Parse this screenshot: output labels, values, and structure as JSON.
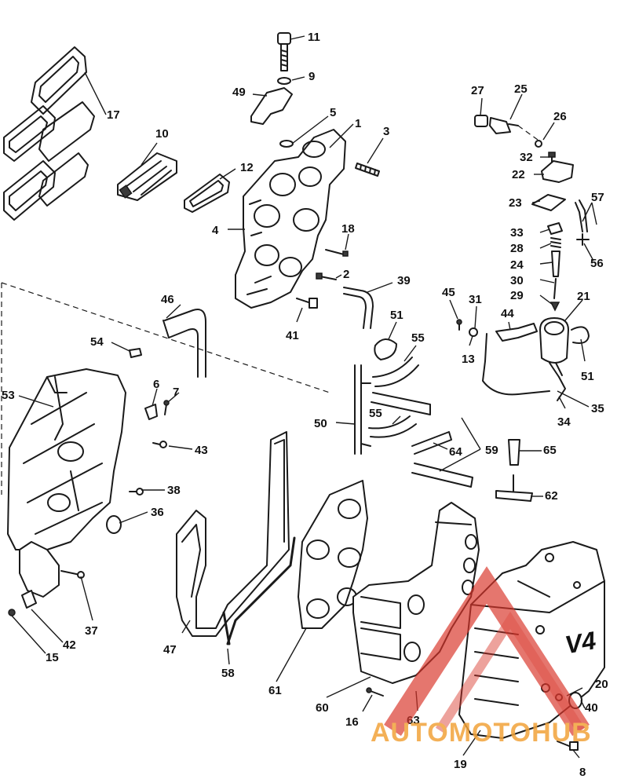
{
  "callouts": [
    {
      "id": "11",
      "text": "11"
    },
    {
      "id": "9",
      "text": "9"
    },
    {
      "id": "49",
      "text": "49"
    },
    {
      "id": "5",
      "text": "5"
    },
    {
      "id": "1",
      "text": "1"
    },
    {
      "id": "3",
      "text": "3"
    },
    {
      "id": "17",
      "text": "17"
    },
    {
      "id": "10",
      "text": "10"
    },
    {
      "id": "12",
      "text": "12"
    },
    {
      "id": "4",
      "text": "4"
    },
    {
      "id": "18",
      "text": "18"
    },
    {
      "id": "2",
      "text": "2"
    },
    {
      "id": "39",
      "text": "39"
    },
    {
      "id": "41",
      "text": "41"
    },
    {
      "id": "46",
      "text": "46"
    },
    {
      "id": "54",
      "text": "54"
    },
    {
      "id": "27",
      "text": "27"
    },
    {
      "id": "25",
      "text": "25"
    },
    {
      "id": "26",
      "text": "26"
    },
    {
      "id": "32",
      "text": "32"
    },
    {
      "id": "22",
      "text": "22"
    },
    {
      "id": "23",
      "text": "23"
    },
    {
      "id": "57",
      "text": "57"
    },
    {
      "id": "33",
      "text": "33"
    },
    {
      "id": "28",
      "text": "28"
    },
    {
      "id": "24",
      "text": "24"
    },
    {
      "id": "56",
      "text": "56"
    },
    {
      "id": "30",
      "text": "30"
    },
    {
      "id": "29",
      "text": "29"
    },
    {
      "id": "21",
      "text": "21"
    },
    {
      "id": "45",
      "text": "45"
    },
    {
      "id": "31",
      "text": "31"
    },
    {
      "id": "44",
      "text": "44"
    },
    {
      "id": "13",
      "text": "13"
    },
    {
      "id": "51a",
      "text": "51"
    },
    {
      "id": "51b",
      "text": "51"
    },
    {
      "id": "55a",
      "text": "55"
    },
    {
      "id": "55b",
      "text": "55"
    },
    {
      "id": "53",
      "text": "53"
    },
    {
      "id": "6",
      "text": "6"
    },
    {
      "id": "7",
      "text": "7"
    },
    {
      "id": "43",
      "text": "43"
    },
    {
      "id": "50",
      "text": "50"
    },
    {
      "id": "64",
      "text": "64"
    },
    {
      "id": "59",
      "text": "59"
    },
    {
      "id": "65",
      "text": "65"
    },
    {
      "id": "34",
      "text": "34"
    },
    {
      "id": "35",
      "text": "35"
    },
    {
      "id": "38",
      "text": "38"
    },
    {
      "id": "36",
      "text": "36"
    },
    {
      "id": "62",
      "text": "62"
    },
    {
      "id": "37",
      "text": "37"
    },
    {
      "id": "42",
      "text": "42"
    },
    {
      "id": "15",
      "text": "15"
    },
    {
      "id": "47",
      "text": "47"
    },
    {
      "id": "58",
      "text": "58"
    },
    {
      "id": "61",
      "text": "61"
    },
    {
      "id": "60",
      "text": "60"
    },
    {
      "id": "16",
      "text": "16"
    },
    {
      "id": "63",
      "text": "63"
    },
    {
      "id": "20",
      "text": "20"
    },
    {
      "id": "40",
      "text": "40"
    },
    {
      "id": "19",
      "text": "19"
    },
    {
      "id": "8",
      "text": "8"
    }
  ],
  "emblem": "V4",
  "watermark": {
    "text": "AUTOMOTOHUB",
    "color_main": "#f2a33a",
    "color_accent": "#d9362b"
  }
}
